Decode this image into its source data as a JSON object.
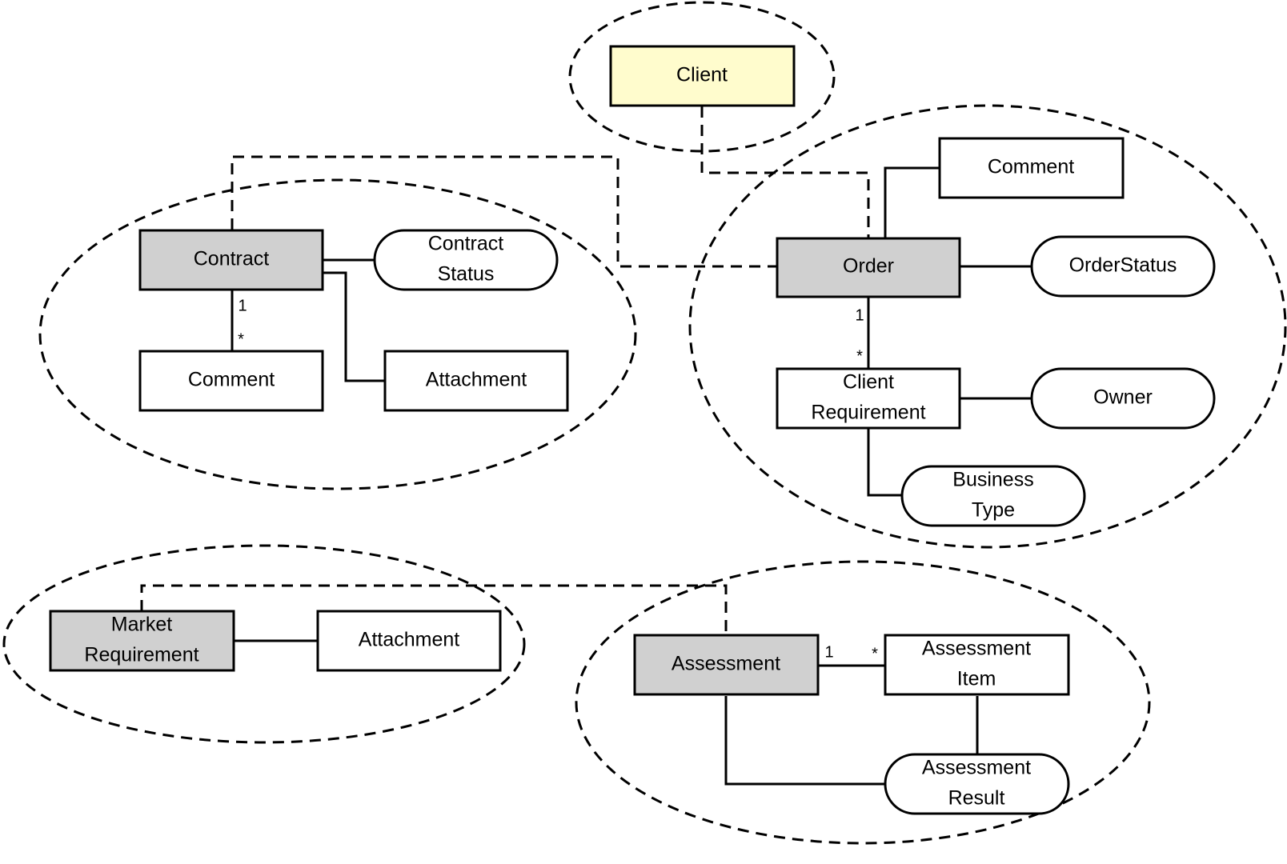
{
  "client": {
    "label": "Client"
  },
  "contract_group": {
    "contract": "Contract",
    "contract_status": [
      "Contract",
      "Status"
    ],
    "comment": "Comment",
    "attachment": "Attachment",
    "mult_one": "1",
    "mult_many": "*"
  },
  "order_group": {
    "order": "Order",
    "comment": "Comment",
    "order_status": "OrderStatus",
    "client_requirement": [
      "Client",
      "Requirement"
    ],
    "owner": "Owner",
    "business_type": [
      "Business",
      "Type"
    ],
    "mult_one": "1",
    "mult_many": "*"
  },
  "market_group": {
    "market_requirement": [
      "Market",
      "Requirement"
    ],
    "attachment": "Attachment"
  },
  "assessment_group": {
    "assessment": "Assessment",
    "assessment_item": [
      "Assessment",
      "Item"
    ],
    "assessment_result": [
      "Assessment",
      "Result"
    ],
    "mult_one": "1",
    "mult_many": "*"
  }
}
